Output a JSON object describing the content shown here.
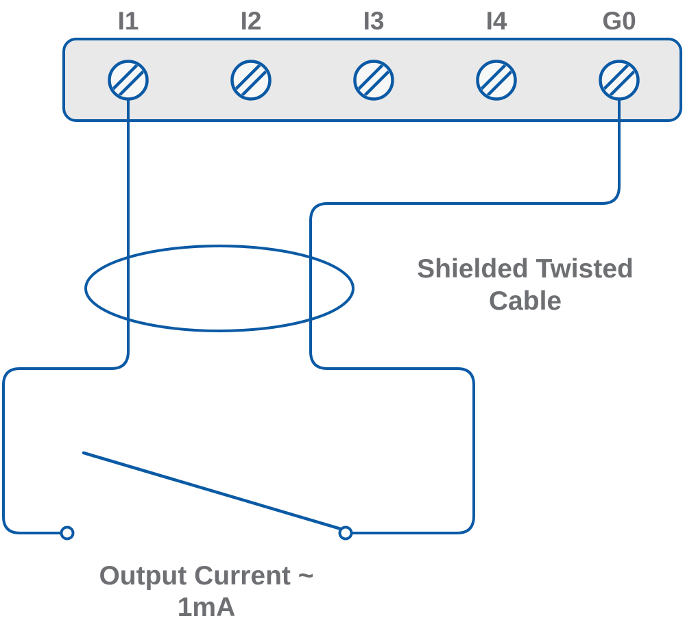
{
  "diagram": {
    "terminals": [
      {
        "label": "I1"
      },
      {
        "label": "I2"
      },
      {
        "label": "I3"
      },
      {
        "label": "I4"
      },
      {
        "label": "G0"
      }
    ],
    "annotations": {
      "shielded_cable": {
        "line1": "Shielded Twisted",
        "line2": "Cable"
      },
      "output_current": {
        "line1": "Output Current ~",
        "line2": "1mA"
      }
    },
    "colors": {
      "wire_blue": "#0b5aa5",
      "label_gray": "#6e6f72",
      "terminal_block_fill": "#e9e9ea",
      "screw_fill": "#f6f7f7",
      "background": "#ffffff"
    }
  }
}
